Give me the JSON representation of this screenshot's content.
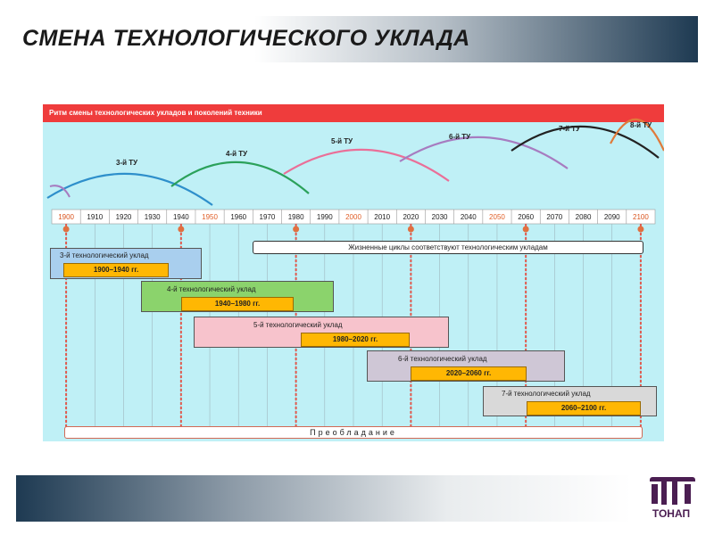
{
  "slide": {
    "title": "СМЕНА ТЕХНОЛОГИЧЕСКОГО УКЛАДА",
    "logo_text": "ТОНАП",
    "colors": {
      "top_band_dark": "#1e3a52",
      "logo": "#4b1e52"
    }
  },
  "diagram": {
    "header": "Ритм смены технологических укладов и поколений техники",
    "years": [
      {
        "label": "1900",
        "color": "#d9541e"
      },
      {
        "label": "1910",
        "color": "#222222"
      },
      {
        "label": "1920",
        "color": "#222222"
      },
      {
        "label": "1930",
        "color": "#222222"
      },
      {
        "label": "1940",
        "color": "#222222"
      },
      {
        "label": "1950",
        "color": "#e0602a"
      },
      {
        "label": "1960",
        "color": "#222222"
      },
      {
        "label": "1970",
        "color": "#222222"
      },
      {
        "label": "1980",
        "color": "#222222"
      },
      {
        "label": "1990",
        "color": "#222222"
      },
      {
        "label": "2000",
        "color": "#e0602a"
      },
      {
        "label": "2010",
        "color": "#222222"
      },
      {
        "label": "2020",
        "color": "#222222"
      },
      {
        "label": "2030",
        "color": "#222222"
      },
      {
        "label": "2040",
        "color": "#222222"
      },
      {
        "label": "2050",
        "color": "#e0602a"
      },
      {
        "label": "2060",
        "color": "#222222"
      },
      {
        "label": "2070",
        "color": "#222222"
      },
      {
        "label": "2080",
        "color": "#222222"
      },
      {
        "label": "2090",
        "color": "#222222"
      },
      {
        "label": "2100",
        "color": "#d9541e"
      }
    ],
    "waves": [
      {
        "label": "3-й ТУ",
        "color": "#2e8fcb"
      },
      {
        "label": "4-й ТУ",
        "color": "#2ba15a"
      },
      {
        "label": "5-й ТУ",
        "color": "#ea6f98"
      },
      {
        "label": "6-й ТУ",
        "color": "#a77cc0"
      },
      {
        "label": "7-й ТУ",
        "color": "#222222"
      },
      {
        "label": "8-й ТУ",
        "color": "#e07a3a"
      }
    ],
    "callout": "Жизненные циклы соответствуют технологическим укладам",
    "paradigms": [
      {
        "name": "3-й технологический уклад",
        "range": "1900–1940 гг.",
        "fill": "#a9cfee"
      },
      {
        "name": "4-й технологический уклад",
        "range": "1940–1980 гг.",
        "fill": "#8bd36c"
      },
      {
        "name": "5-й технологический уклад",
        "range": "1980–2020 гг.",
        "fill": "#f7c3cc"
      },
      {
        "name": "6-й технологический уклад",
        "range": "2020–2060 гг.",
        "fill": "#cfc7d6"
      },
      {
        "name": "7-й технологический уклад",
        "range": "2060–2100 гг.",
        "fill": "#d9d9d9"
      }
    ],
    "prevail": "Преобладание"
  }
}
